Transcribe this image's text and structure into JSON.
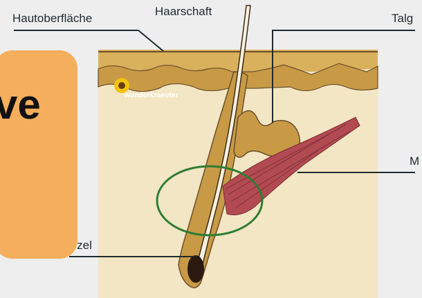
{
  "labels": {
    "hautoberflaeche": "Hautoberfläche",
    "haarschaft": "Haarschaft",
    "talgdruese": "Talg",
    "muskel": "M",
    "haarwurzel": "urzel"
  },
  "watermark": "wunderkraeuter",
  "callout": {
    "text": "ve",
    "color": "#f5ae5c"
  },
  "colors": {
    "background": "#eeeeee",
    "skin": "#f3e6c4",
    "tissue": "#c89a46",
    "muscle": "#b24a52",
    "highlight_circle": "#2e7d32"
  },
  "icons": [
    "sunflower-icon"
  ]
}
